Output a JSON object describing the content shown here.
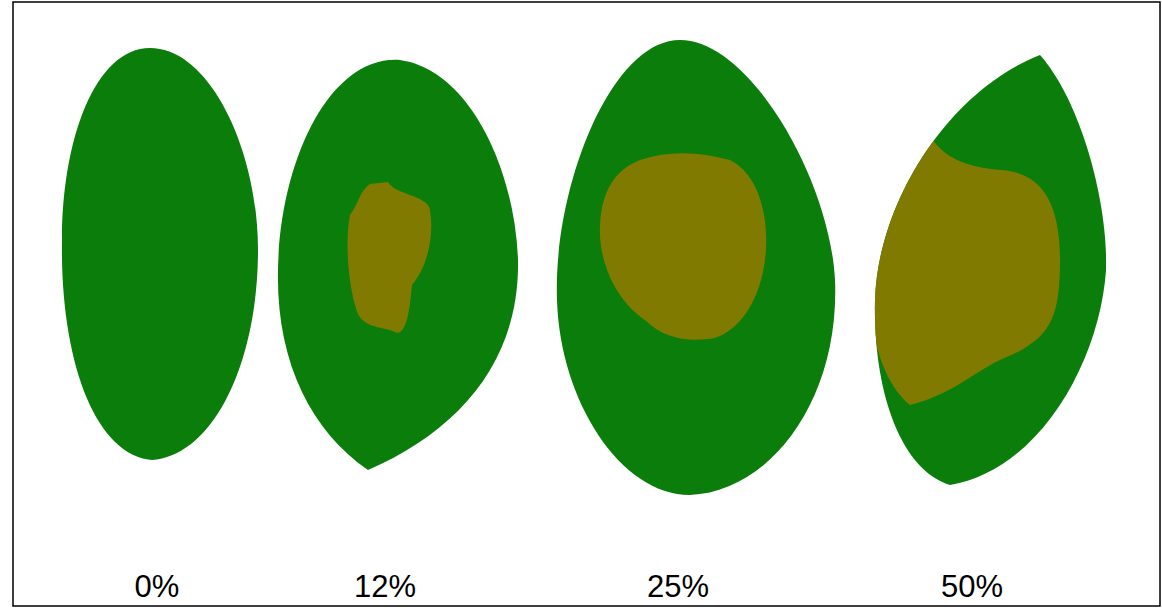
{
  "diagram": {
    "labels": [
      "0%",
      "12%",
      "25%",
      "50%"
    ]
  }
}
